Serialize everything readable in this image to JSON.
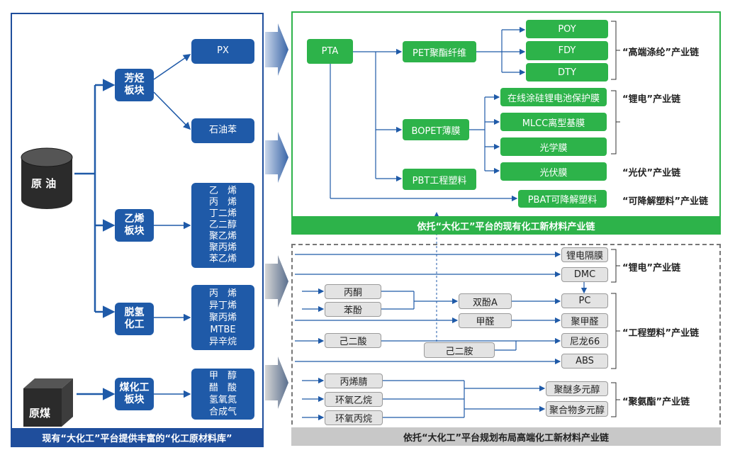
{
  "left_panel": {
    "crude_oil": "原 油",
    "raw_coal": "原煤",
    "sectors": {
      "aromatics": "芳烃\n板块",
      "olefins": "乙烯\n板块",
      "dehydrogenation": "脱氢\n化工",
      "coal_chemical": "煤化工\n板块"
    },
    "products": {
      "px": "PX",
      "petroleum_benzene": "石油苯",
      "olefin_products": "乙　烯\n丙　烯\n丁二烯\n乙二醇\n聚乙烯\n聚丙烯\n苯乙烯",
      "dehydro_products": "丙　烯\n异丁烯\n聚丙烯\nMTBE\n异辛烷",
      "coal_products": "甲　醇\n醋　酸\n氢氧氮\n合成气"
    },
    "footer": "现有“大化工”平台提供丰富的“化工原材料库”"
  },
  "green_panel": {
    "pta": "PTA",
    "pet_fiber": "PET聚酯纤维",
    "bopet": "BOPET薄膜",
    "pbt": "PBT工程塑料",
    "poy": "POY",
    "fdy": "FDY",
    "dty": "DTY",
    "coated_film": "在线涂硅锂电池保护膜",
    "mlcc": "MLCC离型基膜",
    "optical": "光学膜",
    "pv_film": "光伏膜",
    "pbat": "PBAT可降解塑料",
    "chain_polyester": "“高端涤纶”产业链",
    "chain_lithium": "“锂电”产业链",
    "chain_pv": "“光伏”产业链",
    "chain_degradable": "“可降解塑料”产业链",
    "footer": "依托“大化工”平台的现有化工新材料产业链"
  },
  "gray_panel": {
    "separator": "锂电隔膜",
    "dmc": "DMC",
    "acetone": "丙酮",
    "phenol": "苯酚",
    "bpa": "双酚A",
    "pc": "PC",
    "formaldehyde": "甲醛",
    "pom": "聚甲醛",
    "adipic_acid": "己二酸",
    "nylon66": "尼龙66",
    "hexanediamine": "己二胺",
    "abs": "ABS",
    "acrylonitrile": "丙烯腈",
    "ethylene_oxide": "环氧乙烷",
    "propylene_oxide": "环氧丙烷",
    "polyether": "聚醚多元醇",
    "polymer_polyol": "聚合物多元醇",
    "chain_lithium": "“锂电”产业链",
    "chain_eng_plastic": "“工程塑料”产业链",
    "chain_pu": "“聚氨酯”产业链",
    "footer": "依托“大化工”平台规划布局高端化工新材料产业链"
  },
  "colors": {
    "blue": "#1f5aa8",
    "green": "#2db34a",
    "gray": "#e3e3e3"
  }
}
